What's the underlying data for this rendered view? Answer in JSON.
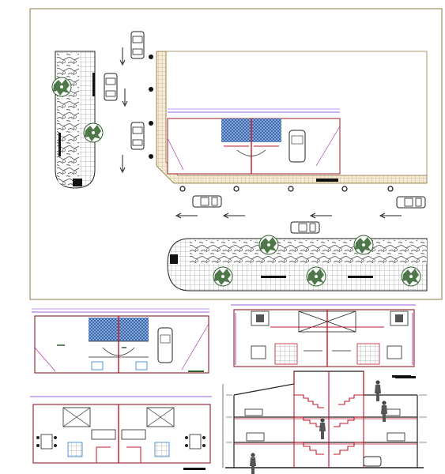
{
  "drawing": {
    "sheet": "architectural-cad-sheet",
    "views": [
      "site-plan",
      "ground-floor-plan",
      "first-floor-plan",
      "second-floor-plan",
      "section"
    ],
    "colors": {
      "line": "#1a1a1a",
      "wall": "#c21a2a",
      "wall_alt": "#a01fa0",
      "dimension": "#7a2ad0",
      "glass": "#2a7fd0",
      "planting": "#2f5f2a",
      "paving": "#c9a86a",
      "text": "#2a2a2a"
    }
  }
}
